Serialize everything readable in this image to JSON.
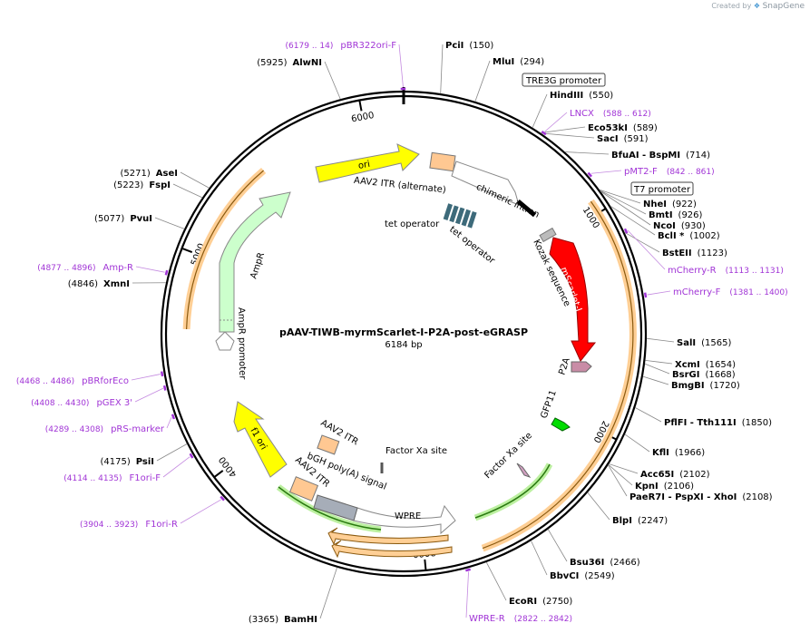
{
  "watermark": {
    "prefix": "Created by",
    "brand": "SnapGene"
  },
  "plasmid": {
    "name": "pAAV-TIWB-myrmScarlet-I-P2A-post-eGRASP",
    "size": "6184 bp",
    "length": 6184
  },
  "ticks": [
    {
      "label": "1000",
      "bp": 1000
    },
    {
      "label": "2000",
      "bp": 2000
    },
    {
      "label": "3000",
      "bp": 3000
    },
    {
      "label": "4000",
      "bp": 4000
    },
    {
      "label": "5000",
      "bp": 5000
    },
    {
      "label": "6000",
      "bp": 6000
    }
  ],
  "features": [
    {
      "id": "ori",
      "label": "ori",
      "color": "#ffff00"
    },
    {
      "id": "aav2-itr-alt",
      "label": "AAV2 ITR (alternate)",
      "color": "#ffc892"
    },
    {
      "id": "chimeric-intron",
      "label": "chimeric intron",
      "color": "#ffffff"
    },
    {
      "id": "tet-operator-1",
      "label": "tet operator",
      "color": "#3d6a7a"
    },
    {
      "id": "tet-operator-2",
      "label": "tet operator",
      "color": "#3d6a7a"
    },
    {
      "id": "kozak",
      "label": "Kozak sequence",
      "color": "#999999"
    },
    {
      "id": "mscarlet",
      "label": "mScarlet-I",
      "color": "#ff0000"
    },
    {
      "id": "p2a",
      "label": "P2A",
      "color": "#c98ca6"
    },
    {
      "id": "gfp11",
      "label": "GFP11",
      "color": "#00dd00"
    },
    {
      "id": "factor-xa-1",
      "label": "Factor Xa site",
      "color": "#d0a0c0"
    },
    {
      "id": "factor-xa-2",
      "label": "Factor Xa site",
      "color": "#999999"
    },
    {
      "id": "wpre",
      "label": "WPRE",
      "color": "#ffffff"
    },
    {
      "id": "bgh",
      "label": "bGH poly(A) signal",
      "color": "#a6adb8"
    },
    {
      "id": "aav2-itr-1",
      "label": "AAV2 ITR",
      "color": "#ffc892"
    },
    {
      "id": "aav2-itr-2",
      "label": "AAV2 ITR",
      "color": "#ffc892"
    },
    {
      "id": "f1-ori",
      "label": "f1 ori",
      "color": "#ffff00"
    },
    {
      "id": "ampr-promoter",
      "label": "AmpR promoter",
      "color": "#ffffff"
    },
    {
      "id": "ampr",
      "label": "AmpR",
      "color": "#ccffcc"
    }
  ],
  "promoter_boxes": [
    {
      "label": "TRE3G promoter"
    },
    {
      "label": "T7 promoter"
    }
  ],
  "enzymes": [
    {
      "name": "PciI",
      "pos": "(150)"
    },
    {
      "name": "MluI",
      "pos": "(294)"
    },
    {
      "name": "HindIII",
      "pos": "(550)"
    },
    {
      "name": "Eco53kI",
      "pos": "(589)"
    },
    {
      "name": "SacI",
      "pos": "(591)"
    },
    {
      "name": "BfuAI  - BspMI",
      "pos": "(714)"
    },
    {
      "name": "NheI",
      "pos": "(922)"
    },
    {
      "name": "BmtI",
      "pos": "(926)"
    },
    {
      "name": "NcoI",
      "pos": "(930)"
    },
    {
      "name": "BclI *",
      "pos": "(1002)"
    },
    {
      "name": "BstEII",
      "pos": "(1123)"
    },
    {
      "name": "SalI",
      "pos": "(1565)"
    },
    {
      "name": "XcmI",
      "pos": "(1654)"
    },
    {
      "name": "BsrGI",
      "pos": "(1668)"
    },
    {
      "name": "BmgBI",
      "pos": "(1720)"
    },
    {
      "name": "PflFI  - Tth111I",
      "pos": "(1850)"
    },
    {
      "name": "KflI",
      "pos": "(1966)"
    },
    {
      "name": "Acc65I",
      "pos": "(2102)"
    },
    {
      "name": "KpnI",
      "pos": "(2106)"
    },
    {
      "name": "PaeR7I  - PspXI  - XhoI",
      "pos": "(2108)"
    },
    {
      "name": "BlpI",
      "pos": "(2247)"
    },
    {
      "name": "Bsu36I",
      "pos": "(2466)"
    },
    {
      "name": "BbvCI",
      "pos": "(2549)"
    },
    {
      "name": "EcoRI",
      "pos": "(2750)"
    },
    {
      "name": "BamHI",
      "pos": "(3365)"
    },
    {
      "name": "PsiI",
      "pos": "(4175)"
    },
    {
      "name": "XmnI",
      "pos": "(4846)"
    },
    {
      "name": "PvuI",
      "pos": "(5077)"
    },
    {
      "name": "FspI",
      "pos": "(5223)"
    },
    {
      "name": "AseI",
      "pos": "(5271)"
    },
    {
      "name": "AlwNI",
      "pos": "(5925)"
    }
  ],
  "primers": [
    {
      "name": "pBR322ori-F",
      "range": "(6179 .. 14)"
    },
    {
      "name": "LNCX",
      "range": "(588 .. 612)"
    },
    {
      "name": "pMT2-F",
      "range": "(842 .. 861)"
    },
    {
      "name": "mCherry-R",
      "range": "(1113 .. 1131)"
    },
    {
      "name": "mCherry-F",
      "range": "(1381 .. 1400)"
    },
    {
      "name": "WPRE-R",
      "range": "(2822 .. 2842)"
    },
    {
      "name": "F1ori-R",
      "range": "(3904 .. 3923)"
    },
    {
      "name": "F1ori-F",
      "range": "(4114 .. 4135)"
    },
    {
      "name": "pRS-marker",
      "range": "(4289 .. 4308)"
    },
    {
      "name": "pGEX 3'",
      "range": "(4408 .. 4430)"
    },
    {
      "name": "pBRforEco",
      "range": "(4468 .. 4486)"
    },
    {
      "name": "Amp-R",
      "range": "(4877 .. 4896)"
    }
  ]
}
